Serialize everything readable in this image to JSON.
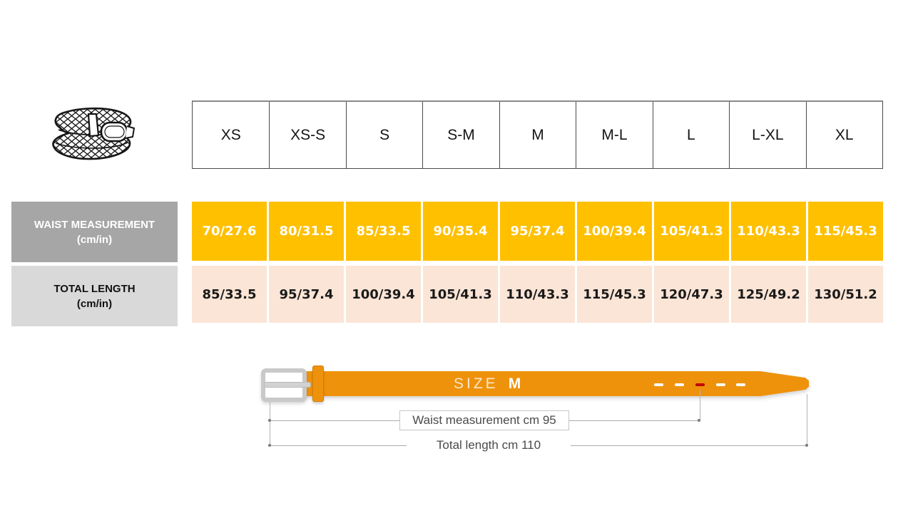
{
  "size_chart": {
    "sizes": [
      "XS",
      "XS-S",
      "S",
      "S-M",
      "M",
      "M-L",
      "L",
      "L-XL",
      "XL"
    ],
    "rows": [
      {
        "label_line1": "WAIST MEASUREMENT",
        "label_line2": "(cm/in)",
        "label_bg": "#A6A6A6",
        "cell_bg": "#FFC000",
        "values": [
          "70/27.6",
          "80/31.5",
          "85/33.5",
          "90/35.4",
          "95/37.4",
          "100/39.4",
          "105/41.3",
          "110/43.3",
          "115/45.3"
        ]
      },
      {
        "label_line1": "TOTAL LENGTH",
        "label_line2": "(cm/in)",
        "label_bg": "#D9D9D9",
        "cell_bg": "#FBE5D6",
        "values": [
          "85/33.5",
          "95/37.4",
          "100/39.4",
          "105/41.3",
          "110/43.3",
          "115/45.3",
          "120/47.3",
          "125/49.2",
          "130/51.2"
        ]
      }
    ]
  },
  "belt_diagram": {
    "size_label": "SIZE",
    "size_value": "M",
    "waist_note": "Waist measurement cm 95",
    "length_note": "Total length cm 110",
    "belt_color": "#EF920B",
    "hole_count": 5,
    "highlighted_hole_index": 3,
    "highlighted_hole_color": "#C00000"
  },
  "icons": {
    "belt_icon": "braided-belt-illustration"
  }
}
